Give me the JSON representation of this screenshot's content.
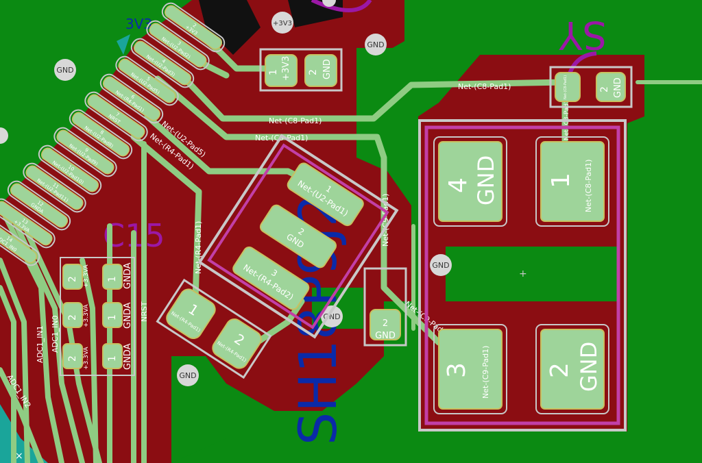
{
  "colors": {
    "background": "#0b8a12",
    "copper": "#8b0d12",
    "track": "#8fcc83",
    "pad": "#9ed49a",
    "pad_outline": "#c8c060",
    "outline": "#c8c8c8",
    "silk_blue": "#0a2aa8",
    "silk_purple": "#9b18a6",
    "courtyard": "#c23fa7",
    "via": "#d8d8d8",
    "teal": "#1aa59a",
    "black": "#111111"
  },
  "silk": {
    "top_left_3v3": "3V3",
    "sy": "SY",
    "big_value": "SH18P9J2",
    "c15": "C15"
  },
  "vias": {
    "gnd": "GND",
    "p3v3": "+3V3"
  },
  "c_top": {
    "pad1_num": "1",
    "pad1_net": "+3V3",
    "pad2_num": "2",
    "pad2_net": "GND"
  },
  "c_right": {
    "pad1_net": "Net-(C8-Pad1)",
    "pad2_num": "2",
    "pad2_net": "GND"
  },
  "crystal": {
    "pad4_num": "4",
    "pad4_net": "GND",
    "pad1_num": "1",
    "pad1_net": "Net-(C8-Pad1)",
    "pad3_num": "3",
    "pad3_net": "Net-(C9-Pad1)",
    "pad2_num": "2",
    "pad2_net": "GND"
  },
  "tracks": {
    "c8_horizontal": "Net-(C8-Pad1)",
    "c8_mid": "Net-(C8-Pad1)",
    "c9_mid": "Net-(C9-Pad1)",
    "c9_vertical": "Net-(C9-Pad1)",
    "c9_diag": "Net-(C9-Pad1)",
    "c8_vertical": "Net-(C8-Pad1)",
    "u2pad5": "Net-(U2-Pad5)",
    "r4pad1_a": "Net-(R4-Pad1)",
    "r4pad1_v": "Net-(R4-Pad1)"
  },
  "sot": {
    "pad1_num": "1",
    "pad1_net": "Net-(U2-Pad1)",
    "pad2_num": "2",
    "pad2_net": "GND",
    "pad3_num": "3",
    "pad3_net": "Net-(R4-Pad2)"
  },
  "r4": {
    "pad1_num": "1",
    "pad1_net": "Net-(R4-Pad1)",
    "pad2_num": "2",
    "pad2_net": "Net-(R4-Pad1)"
  },
  "small_cap": {
    "pad2_num": "2",
    "pad2_net": "GND"
  },
  "caps_lower": [
    {
      "pad2_num": "2",
      "pad2_net": "+3.3VA",
      "pad1_num": "1",
      "pad1_net": "GNDA"
    },
    {
      "pad2_num": "2",
      "pad2_net": "+3.3VA",
      "pad1_num": "1",
      "pad1_net": "GNDA"
    },
    {
      "pad2_num": "2",
      "pad2_net": "+3.3VA",
      "pad1_num": "1",
      "pad1_net": "GNDA"
    }
  ],
  "side_nets": {
    "nrst": "NRST",
    "adc1_in1": "ADC1_IN1",
    "adc1_in0": "ADC1_IN0",
    "adc1_in2": "ADC1_IN2"
  },
  "ic_pins": [
    {
      "num": "2",
      "net": "+3V3"
    },
    {
      "num": "3",
      "net": "Net-(U2-Pad2)"
    },
    {
      "num": "4",
      "net": "Net-(U2-Pad3)"
    },
    {
      "num": "5",
      "net": "Net-(U2-Pad5)"
    },
    {
      "num": "6",
      "net": "Net-(R4-Pad1)"
    },
    {
      "num": "7",
      "net": "NRST"
    },
    {
      "num": "8",
      "net": "Net-(U2-Pad8)"
    },
    {
      "num": "9",
      "net": "Net-(U2-Pad9)"
    },
    {
      "num": "10",
      "net": "Net-(U2-Pad10)"
    },
    {
      "num": "11",
      "net": "Net-(U2-Pad11)"
    },
    {
      "num": "12",
      "net": "GNDA"
    },
    {
      "num": "13",
      "net": "+3.3VA"
    },
    {
      "num": "14",
      "net": "ADC1_IN0"
    }
  ]
}
